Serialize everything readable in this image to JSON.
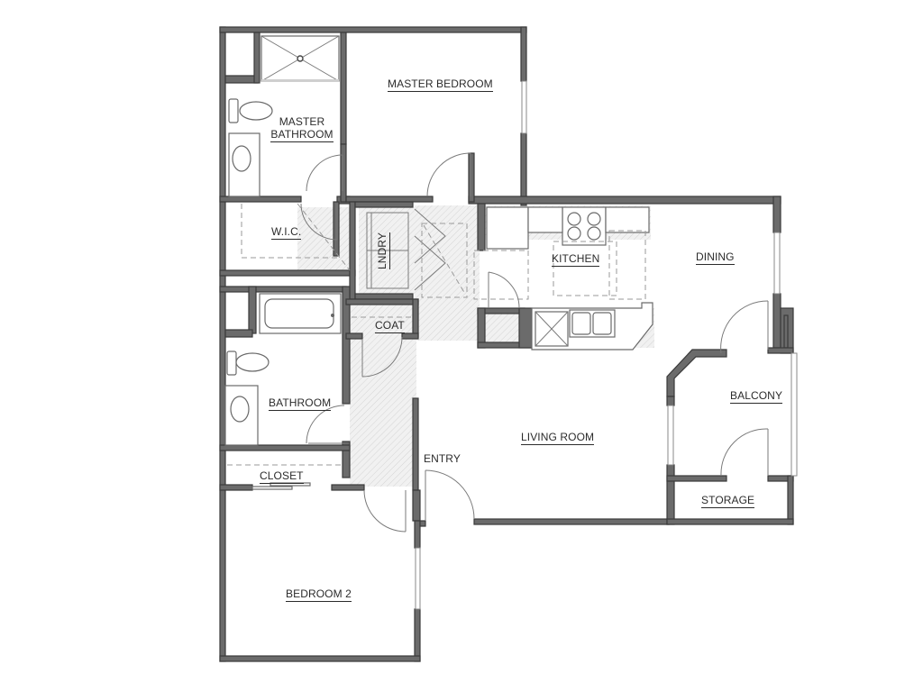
{
  "floor_plan": {
    "type": "apartment-floor-plan",
    "colors": {
      "wall": "#6b6b6b",
      "wall_outline": "#3a3a3a",
      "background": "#ffffff",
      "hatch": "#d8d8d8",
      "text": "#2b2b2b"
    },
    "rooms": {
      "master_bedroom": "MASTER BEDROOM",
      "master_bathroom_line1": "MASTER",
      "master_bathroom_line2": "BATHROOM",
      "wic": "W.I.C.",
      "laundry": "LNDRY",
      "coat": "COAT",
      "kitchen": "KITCHEN",
      "dining": "DINING",
      "bathroom": "BATHROOM",
      "balcony": "BALCONY",
      "living_room": "LIVING ROOM",
      "entry": "ENTRY",
      "closet": "CLOSET",
      "storage": "STORAGE",
      "bedroom_2": "BEDROOM 2"
    }
  }
}
